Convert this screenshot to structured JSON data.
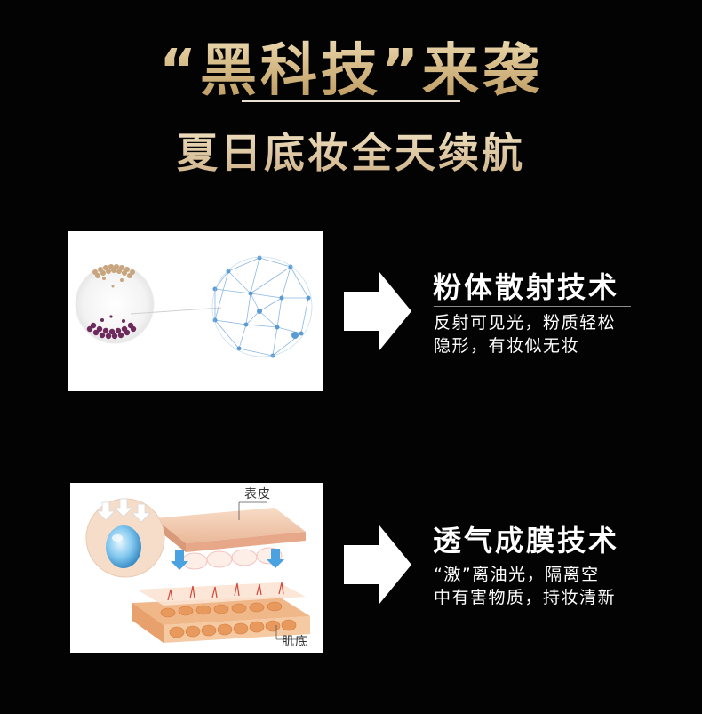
{
  "header": {
    "headline": "“黑科技”来袭",
    "subheadline": "夏日底妆全天续航"
  },
  "features": [
    {
      "title": "粉体散射技术",
      "desc_line1": "反射可见光，粉质轻松",
      "desc_line2": "隐形，有妆似无妆"
    },
    {
      "title": "透气成膜技术",
      "desc_line1": "“激”离油光，隔离空",
      "desc_line2": "中有害物质，持妆清新"
    }
  ],
  "diagram_labels": {
    "epidermis": "表皮",
    "skin_base": "肌底"
  },
  "colors": {
    "background": "#030303",
    "gold": "#d9bf8c",
    "network_blue": "#5b9bd5",
    "skin": "#f4d2b6"
  }
}
